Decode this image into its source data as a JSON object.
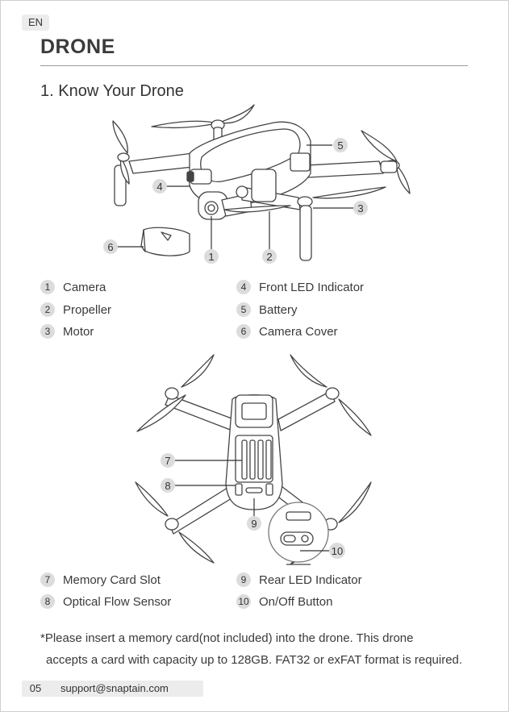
{
  "header": {
    "lang": "EN",
    "title": "DRONE"
  },
  "section_title": "1. Know Your Drone",
  "parts_top": [
    {
      "num": "1",
      "label": "Camera"
    },
    {
      "num": "2",
      "label": "Propeller"
    },
    {
      "num": "3",
      "label": "Motor"
    },
    {
      "num": "4",
      "label": "Front LED Indicator"
    },
    {
      "num": "5",
      "label": "Battery"
    },
    {
      "num": "6",
      "label": "Camera Cover"
    }
  ],
  "parts_bottom": [
    {
      "num": "7",
      "label": "Memory Card Slot"
    },
    {
      "num": "8",
      "label": "Optical Flow Sensor"
    },
    {
      "num": "9",
      "label": "Rear LED Indicator"
    },
    {
      "num": "10",
      "label": "On/Off Button"
    }
  ],
  "note": {
    "line1": "*Please insert a memory card(not included) into the drone. This drone",
    "line2": "accepts a card with capacity up to 128GB. FAT32 or exFAT format is required."
  },
  "footer": {
    "page": "05",
    "email": "support@snaptain.com"
  }
}
